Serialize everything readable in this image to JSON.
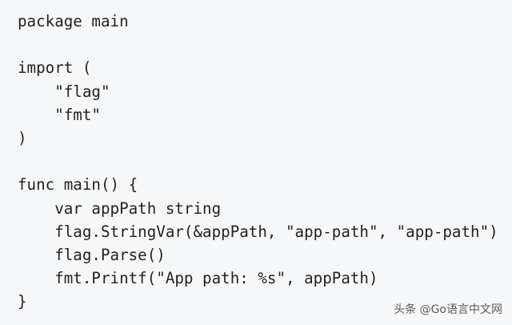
{
  "code": {
    "lines": [
      "package main",
      "",
      "import (",
      "    \"flag\"",
      "    \"fmt\"",
      ")",
      "",
      "func main() {",
      "    var appPath string",
      "    flag.StringVar(&appPath, \"app-path\", \"app-path\")",
      "    flag.Parse()",
      "    fmt.Printf(\"App path: %s\", appPath)",
      "}"
    ]
  },
  "watermark": "头条 @Go语言中文网"
}
